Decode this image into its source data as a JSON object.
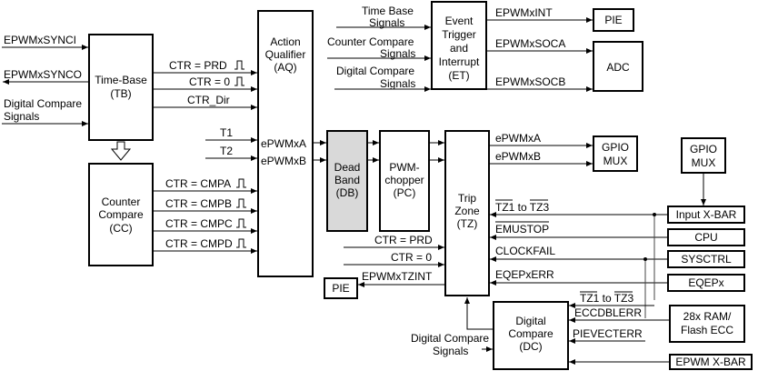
{
  "blocks": {
    "tb": [
      "Time-Base",
      "(TB)"
    ],
    "cc": [
      "Counter",
      "Compare",
      "(CC)"
    ],
    "aq": [
      "Action",
      "Qualifier",
      "(AQ)"
    ],
    "et": [
      "Event",
      "Trigger",
      "and",
      "Interrupt",
      "(ET)"
    ],
    "db": [
      "Dead",
      "Band",
      "(DB)"
    ],
    "pc": [
      "PWM-",
      "chopper",
      "(PC)"
    ],
    "tz": [
      "Trip",
      "Zone",
      "(TZ)"
    ],
    "dc": [
      "Digital",
      "Compare",
      "(DC)"
    ],
    "pie_top": "PIE",
    "adc": "ADC",
    "gpio_mux_out": [
      "GPIO",
      "MUX"
    ],
    "gpio_mux_in": [
      "GPIO",
      "MUX"
    ],
    "input_xbar": "Input X-BAR",
    "cpu": "CPU",
    "sysctrl": "SYSCTRL",
    "eqepx": "EQEPx",
    "ram": [
      "28x RAM/",
      "Flash ECC"
    ],
    "epwm_xbar": "EPWM X-BAR",
    "pie_tz": "PIE"
  },
  "signals": {
    "epwmxsynci": "EPWMxSYNCI",
    "epwmxsynco": "EPWMxSYNCO",
    "dc_signals_left": [
      "Digital Compare",
      "Signals"
    ],
    "ctr_prd": "CTR = PRD",
    "ctr_0": "CTR = 0",
    "ctr_dir": "CTR_Dir",
    "t1": "T1",
    "t2": "T2",
    "ctr_cmpa": "CTR = CMPA",
    "ctr_cmpb": "CTR = CMPB",
    "ctr_cmpc": "CTR = CMPC",
    "ctr_cmpd": "CTR = CMPD",
    "aq_epwmxa": "ePWMxA",
    "aq_epwmxb": "ePWMxB",
    "tb_signals": [
      "Time Base",
      "Signals"
    ],
    "cc_signals": [
      "Counter Compare",
      "Signals"
    ],
    "dcs_signals": [
      "Digital Compare",
      "Signals"
    ],
    "epwmxint": "EPWMxINT",
    "epwmxsoca": "EPWMxSOCA",
    "epwmxsocb": "EPWMxSOCB",
    "out_epwmxa": "ePWMxA",
    "out_epwmxb": "ePWMxB",
    "tz1_tz3": "TZ1 to TZ3",
    "emustop": "EMUSTOP",
    "clockfail": "CLOCKFAIL",
    "eqepxerr": "EQEPxERR",
    "tz_ctr_prd": "CTR = PRD",
    "tz_ctr_0": "CTR = 0",
    "epwmxtzint": "EPWMxTZINT",
    "dc_tz1_tz3": "TZ1 to TZ3",
    "eccdblerr": "ECCDBLERR",
    "pievecterr": "PIEVECTERR",
    "dc_signals_bottom": [
      "Digital Compare",
      "Signals"
    ]
  }
}
